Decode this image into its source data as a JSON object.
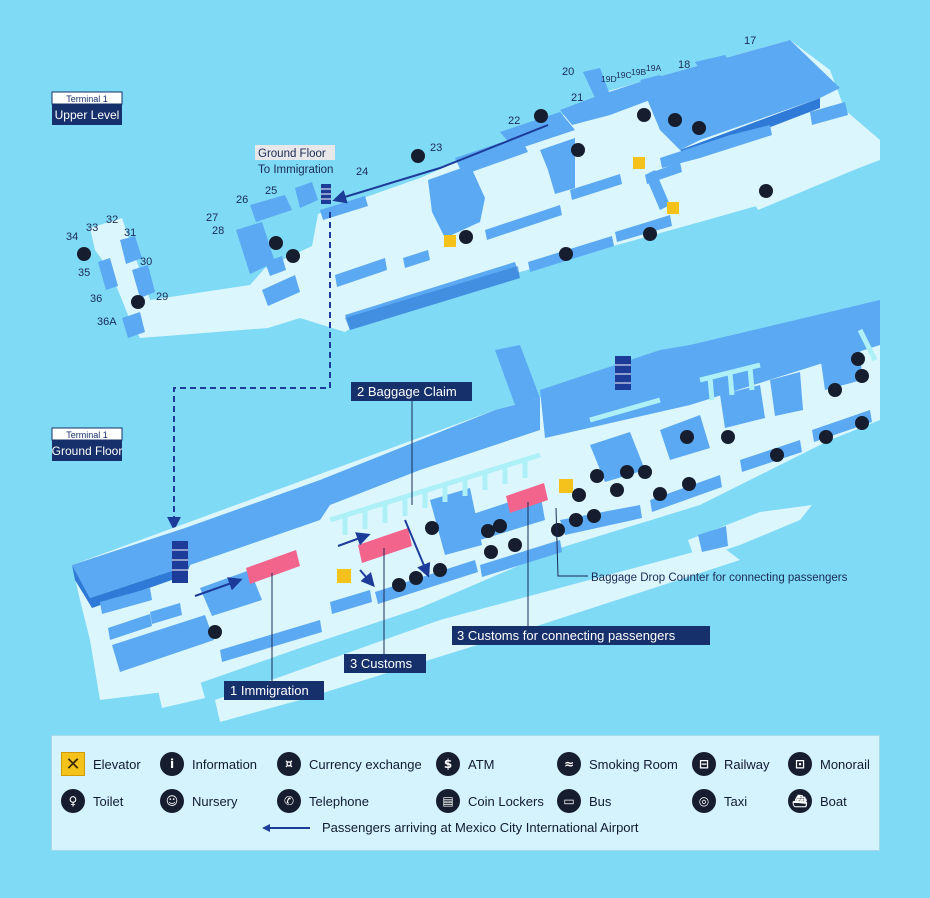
{
  "upper": {
    "terminal": "Terminal 1",
    "level": "Upper Level",
    "ground_note": "Ground Floor",
    "immigration_note": "To Immigration",
    "gates": [
      "17",
      "18",
      "19A",
      "19B",
      "19C",
      "19D",
      "20",
      "21",
      "22",
      "23",
      "24",
      "25",
      "26",
      "27",
      "28",
      "29",
      "30",
      "31",
      "32",
      "33",
      "34",
      "35",
      "36",
      "36A"
    ]
  },
  "ground": {
    "terminal": "Terminal 1",
    "level": "Ground Floor",
    "baggage_claim": "2 Baggage Claim",
    "customs": "3 Customs",
    "immigration": "1 Immigration",
    "customs_connecting": "3 Customs for connecting passengers",
    "baggage_drop": "Baggage Drop Counter for connecting passengers"
  },
  "legend": {
    "items": [
      {
        "icon": "elevator-icon",
        "glyph": "✕",
        "label": "Elevator"
      },
      {
        "icon": "information-icon",
        "glyph": "i",
        "label": "Information"
      },
      {
        "icon": "currency-exchange-icon",
        "glyph": "¤",
        "label": "Currency exchange"
      },
      {
        "icon": "atm-icon",
        "glyph": "$",
        "label": "ATM"
      },
      {
        "icon": "smoking-room-icon",
        "glyph": "≈",
        "label": "Smoking Room"
      },
      {
        "icon": "railway-icon",
        "glyph": "⊟",
        "label": "Railway"
      },
      {
        "icon": "monorail-icon",
        "glyph": "⊡",
        "label": "Monorail"
      },
      {
        "icon": "toilet-icon",
        "glyph": "♀",
        "label": "Toilet"
      },
      {
        "icon": "nursery-icon",
        "glyph": "☺",
        "label": "Nursery"
      },
      {
        "icon": "telephone-icon",
        "glyph": "✆",
        "label": "Telephone"
      },
      {
        "icon": "coin-lockers-icon",
        "glyph": "▤",
        "label": "Coin Lockers"
      },
      {
        "icon": "bus-icon",
        "glyph": "▭",
        "label": "Bus"
      },
      {
        "icon": "taxi-icon",
        "glyph": "◎",
        "label": "Taxi"
      },
      {
        "icon": "boat-icon",
        "glyph": "⛴",
        "label": "Boat"
      }
    ],
    "arrow_label": "Passengers arriving at Mexico City International Airport"
  },
  "colors": {
    "background": "#7fdaf6",
    "building_top": "#5aa9f2",
    "building_side": "#2f7ad6",
    "floor": "#dcf6fd",
    "baggage_carousel": "#aef0f8",
    "checkpoint": "#f2648c",
    "elevator": "#f5c21c",
    "route": "#1d3c9a",
    "label_box": "#16306b"
  }
}
